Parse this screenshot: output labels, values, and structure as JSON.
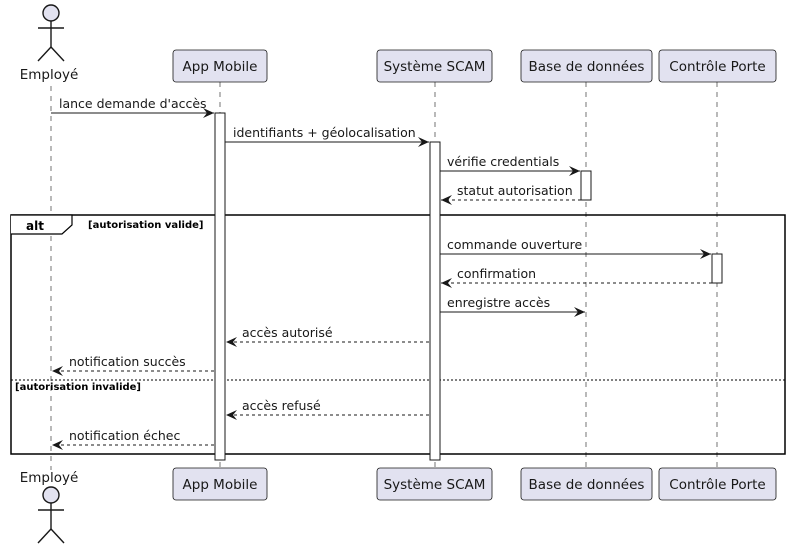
{
  "colors": {
    "participant_fill": "#E2E2F0",
    "participant_border": "#181818",
    "line": "#181818",
    "activation_fill": "#FFFFFF"
  },
  "actor": {
    "label": "Employé"
  },
  "participants": [
    {
      "id": "app",
      "label": "App Mobile"
    },
    {
      "id": "scam",
      "label": "Système SCAM"
    },
    {
      "id": "db",
      "label": "Base de données"
    },
    {
      "id": "door",
      "label": "Contrôle Porte"
    }
  ],
  "messages": [
    {
      "from": "Employé",
      "to": "App Mobile",
      "label": "lance demande d'accès",
      "style": "solid"
    },
    {
      "from": "App Mobile",
      "to": "Système SCAM",
      "label": "identifiants + géolocalisation",
      "style": "solid"
    },
    {
      "from": "Système SCAM",
      "to": "Base de données",
      "label": "vérifie credentials",
      "style": "solid"
    },
    {
      "from": "Base de données",
      "to": "Système SCAM",
      "label": "statut autorisation",
      "style": "dashed"
    },
    {
      "from": "Système SCAM",
      "to": "Contrôle Porte",
      "label": "commande ouverture",
      "style": "solid"
    },
    {
      "from": "Contrôle Porte",
      "to": "Système SCAM",
      "label": "confirmation",
      "style": "dashed"
    },
    {
      "from": "Système SCAM",
      "to": "Base de données",
      "label": "enregistre accès",
      "style": "solid"
    },
    {
      "from": "Système SCAM",
      "to": "App Mobile",
      "label": "accès autorisé",
      "style": "dashed"
    },
    {
      "from": "App Mobile",
      "to": "Employé",
      "label": "notification succès",
      "style": "dashed"
    },
    {
      "from": "Système SCAM",
      "to": "App Mobile",
      "label": "accès refusé",
      "style": "dashed"
    },
    {
      "from": "App Mobile",
      "to": "Employé",
      "label": "notification échec",
      "style": "dashed"
    }
  ],
  "alt": {
    "keyword": "alt",
    "guard_valid": "[autorisation valide]",
    "guard_invalid": "[autorisation invalide]"
  }
}
